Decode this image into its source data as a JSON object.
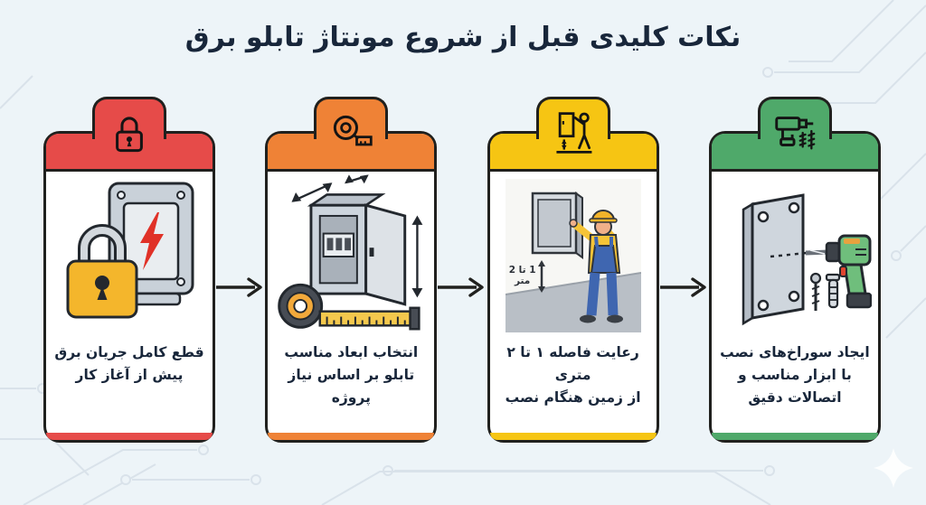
{
  "title": "نکات کلیدی قبل از شروع مونتاژ تابلو برق",
  "colors": {
    "background": "#edf4f8",
    "card_background": "#ffffff",
    "outline": "#20201e",
    "text": "#18263a",
    "circuit_trace": "#d9e2ea",
    "red": "#e64b49",
    "orange": "#ef8236",
    "yellow": "#f6c513",
    "green": "#4fa96a"
  },
  "cards": [
    {
      "id": "power-cut",
      "icon": "padlock-icon",
      "accent": "#e64b49",
      "lines": [
        "قطع کامل جریان برق",
        "پیش از آغاز کار"
      ]
    },
    {
      "id": "panel-dimensions",
      "icon": "tape-measure-icon",
      "accent": "#ef8236",
      "lines": [
        "انتخاب ابعاد مناسب",
        "تابلو بر اساس نیاز پروژه"
      ]
    },
    {
      "id": "mounting-height",
      "icon": "installer-icon",
      "accent": "#f6c513",
      "lines": [
        "رعایت فاصله ۱ تا ۲ متری",
        "از زمین هنگام نصب"
      ],
      "figure_label": "1 تا 2 متر"
    },
    {
      "id": "drill-holes",
      "icon": "drill-icon",
      "accent": "#4fa96a",
      "lines": [
        "ایجاد سوراخ‌های نصب",
        "با ابزار مناسب و",
        "اتصالات دقیق"
      ]
    }
  ],
  "flow": {
    "arrow_count": 3,
    "direction": "left-to-right"
  }
}
